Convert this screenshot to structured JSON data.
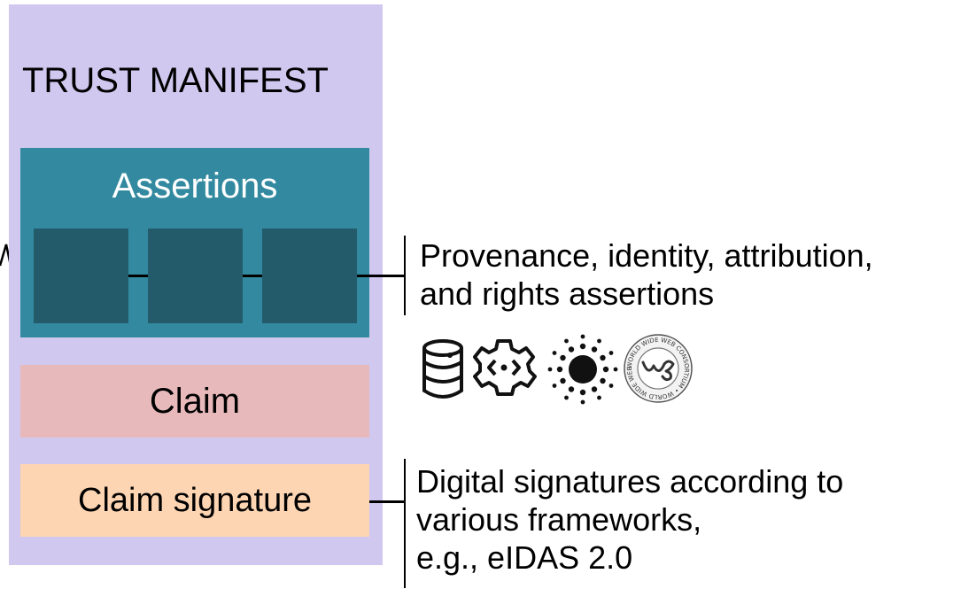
{
  "manifest": {
    "title": "TRUST MANIFEST",
    "assertions_title": "Assertions",
    "claim_label": "Claim",
    "signature_label": "Claim signature"
  },
  "annotations": {
    "assertions_line1": "Provenance, identity, attribution,",
    "assertions_line2": "and rights assertions",
    "signature_line1": "Digital signatures according to",
    "signature_line2": "various frameworks,",
    "signature_line3": "e.g., eIDAS 2.0"
  },
  "icons": [
    "database-icon",
    "gear-code-icon",
    "dotted-sun-icon",
    "w3c-seal-icon"
  ],
  "seal_text": "WORLD WIDE WEB CONSORTIUM • WORLD WIDE WEB CONSORTIUM •",
  "colors": {
    "manifest_bg": "#d0c8ef",
    "assertions_bg": "#338aa0",
    "assertion_block": "#235b6b",
    "claim_bg": "#e8b9bb",
    "signature_bg": "#fdd5b2"
  }
}
